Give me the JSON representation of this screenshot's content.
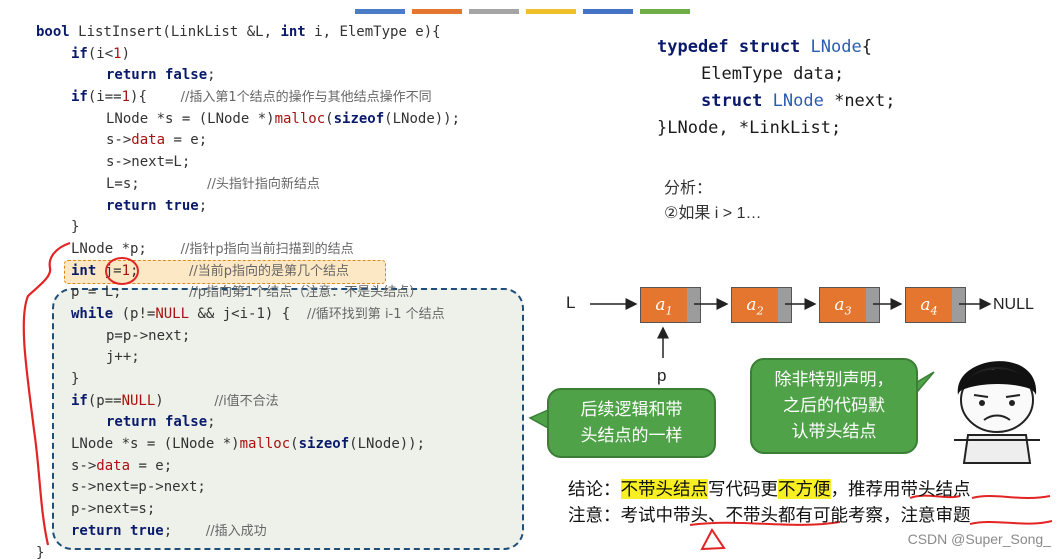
{
  "colors": {
    "topbar": [
      "#4a7cc7",
      "#e5762f",
      "#a5a5a5",
      "#f0c02a",
      "#4472c4",
      "#6fae47"
    ],
    "node_fill": "#e5762f",
    "bubble": "#4fa248",
    "highlight": "#f7ef22",
    "annotation_red": "#e32424",
    "dashed_blue": "#1f4e79"
  },
  "code": {
    "l1": {
      "t1": "bool",
      "t2": " ListInsert(LinkList &L, ",
      "t3": "int",
      "t4": " i, ElemType e){"
    },
    "l2": {
      "t1": "if",
      "t2": "(i<",
      "t3": "1",
      "t4": ")"
    },
    "l3": {
      "t1": "return false",
      "t2": ";"
    },
    "l4": {
      "t1": "if",
      "t2": "(i==",
      "t3": "1",
      "t4": "){",
      "cm": "//插入第1个结点的操作与其他结点操作不同"
    },
    "l5": {
      "t1": "LNode *s = (LNode *)",
      "t2": "malloc",
      "t3": "(",
      "t4": "sizeof",
      "t5": "(LNode));"
    },
    "l6": {
      "t1": "s->",
      "t2": "data",
      "t3": " = e;"
    },
    "l7": {
      "t1": "s->next=L;"
    },
    "l8": {
      "t1": "L=s;",
      "cm": "//头指针指向新结点"
    },
    "l9": {
      "t1": "return true",
      "t2": ";"
    },
    "l10": {
      "t1": "}"
    },
    "l11": {
      "t1": "LNode *p;",
      "cm": "//指针p指向当前扫描到的结点"
    },
    "l12": {
      "t1": "int",
      "t2": " j=",
      "t3": "1",
      "t4": ";",
      "cm": "//当前p指向的是第几个结点"
    },
    "l13": {
      "t1": "p = L;",
      "cm": "//p指向第1个结点（注意：不是头结点）"
    },
    "l14": {
      "t1": "while",
      "t2": " (p!=",
      "t3": "NULL",
      "t4": " && j<i-1) {",
      "cm": "//循环找到第 i-1 个结点"
    },
    "l15": {
      "t1": "p=p->next;"
    },
    "l16": {
      "t1": "j++;"
    },
    "l17": {
      "t1": "}"
    },
    "l18": {
      "t1": "if",
      "t2": "(p==",
      "t3": "NULL",
      "t4": ")",
      "cm": "//i值不合法"
    },
    "l19": {
      "t1": "return false",
      "t2": ";"
    },
    "l20": {
      "t1": "LNode *s = (LNode *)",
      "t2": "malloc",
      "t3": "(",
      "t4": "sizeof",
      "t5": "(LNode));"
    },
    "l21": {
      "t1": "s->",
      "t2": "data",
      "t3": " = e;"
    },
    "l22": {
      "t1": "s->next=p->next;"
    },
    "l23": {
      "t1": "p->next=s;"
    },
    "l24": {
      "t1": "return true",
      "t2": ";",
      "cm": "//插入成功"
    },
    "l25": {
      "t1": "}"
    }
  },
  "struct": {
    "l1": {
      "t1": "typedef struct",
      "t2": " LNode",
      "t3": "{"
    },
    "l2": {
      "t1": "ElemType data;"
    },
    "l3": {
      "t1": "struct",
      "t2": " LNode",
      "t3": " *next;"
    },
    "l4": {
      "t1": "}LNode, *LinkList;"
    }
  },
  "analysis": {
    "title": "分析：",
    "point": "②如果 i > 1…"
  },
  "diagram": {
    "head_label": "L",
    "nodes": [
      {
        "a": "a",
        "n": "1"
      },
      {
        "a": "a",
        "n": "2"
      },
      {
        "a": "a",
        "n": "3"
      },
      {
        "a": "a",
        "n": "4"
      }
    ],
    "null_label": "NULL",
    "p_label": "p"
  },
  "bubbles": {
    "left": [
      "后续逻辑和带",
      "头结点的一样"
    ],
    "right": [
      "除非特别声明，",
      "之后的代码默",
      "认带头结点"
    ]
  },
  "conclusion": {
    "c1": "结论：",
    "c2": "不带头结点",
    "c3": "写代码更",
    "c4": "不方便",
    "c5": "，推荐用带头结点",
    "n1": "注意：考试中带头、不带头都有可能考察，注意审题"
  },
  "footer": "CSDN @Super_Song_"
}
